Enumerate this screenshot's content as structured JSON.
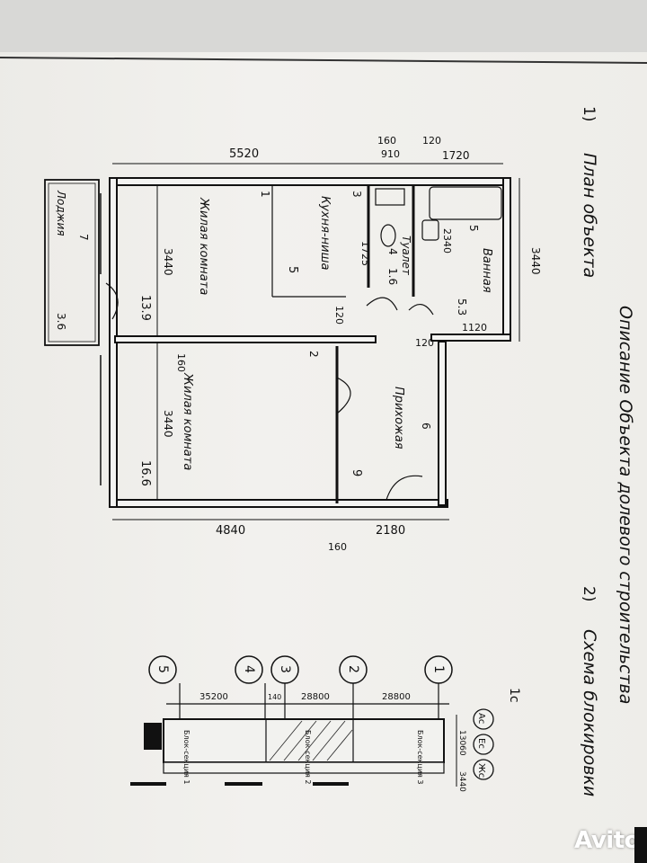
{
  "heading": {
    "section_1": "1)",
    "plan_title": "План объекта",
    "main_title": "Описание Объекта долевого строительства",
    "section_2": "2)",
    "scheme_title": "Схема блокировки"
  },
  "plan": {
    "dimensions": {
      "top_5520": "5520",
      "top_160": "160",
      "top_910": "910",
      "top_120": "120",
      "top_1720": "1720",
      "right_3440": "3440",
      "right_2340": "2340",
      "right_1120": "1120",
      "right_120": "120",
      "inner_3440_a": "3440",
      "inner_3440_b": "3440",
      "inner_160": "160",
      "inner_120": "120",
      "inner_1725": "1725",
      "bottom_4840": "4840",
      "bottom_2180": "2180",
      "bottom_160": "160"
    },
    "rooms": [
      {
        "num": "1",
        "name": "Жилая комната",
        "area": "13.9"
      },
      {
        "num": "2",
        "name": "Жилая комната",
        "area": "16.6"
      },
      {
        "num": "3",
        "name": "Кухня-ниша",
        "area": "5"
      },
      {
        "num": "4",
        "name": "Туалет",
        "area": "1.6"
      },
      {
        "num": "5",
        "name": "Ванная",
        "area": "5.3"
      },
      {
        "num": "6",
        "name": "Прихожая",
        "area": "9"
      },
      {
        "num": "7",
        "name": "Лоджия",
        "area": "3.6"
      }
    ]
  },
  "scheme": {
    "axes": [
      "1",
      "2",
      "3",
      "4",
      "5"
    ],
    "spans": [
      "28800",
      "28800",
      "35200",
      "140"
    ],
    "rows": [
      "Ас",
      "Ес",
      "Жс"
    ],
    "row_dims": [
      "13060",
      "3440"
    ],
    "top_mark": "1с",
    "sections": [
      "Блок-секция 3",
      "Блок-секция 2",
      "Блок-секция 1"
    ]
  },
  "watermark": "Avito"
}
